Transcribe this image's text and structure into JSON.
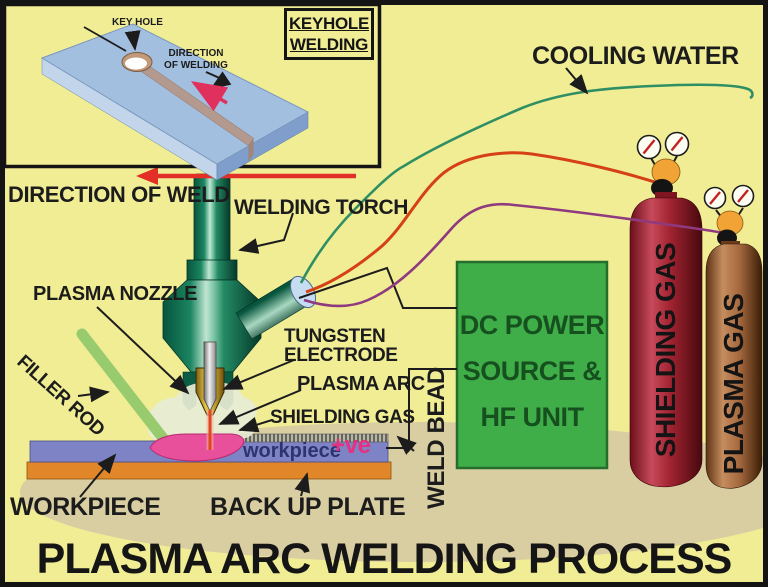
{
  "title": "PLASMA ARC WELDING PROCESS",
  "inset": {
    "heading_line1": "KEYHOLE",
    "heading_line2": "WELDING",
    "key_hole_label": "KEY HOLE",
    "direction_line1": "DIRECTION",
    "direction_line2": "OF WELDING"
  },
  "labels": {
    "direction_of_weld": "DIRECTION OF WELD",
    "welding_torch": "WELDING TORCH",
    "plasma_nozzle": "PLASMA NOZZLE",
    "tungsten_line1": "TUNGSTEN",
    "tungsten_line2": "ELECTRODE",
    "plasma_arc": "PLASMA ARC",
    "shielding_gas": "SHIELDING GAS",
    "filler_rod": "FILLER ROD",
    "cooling_water": "COOLING WATER",
    "weld_bead": "WELD BEAD",
    "workpiece": "WORKPIECE",
    "back_up_plate": "BACK UP PLATE",
    "workpiece_small": "workpiece",
    "positive": "+ve"
  },
  "power_source": {
    "line1": "DC POWER",
    "line2": "SOURCE &",
    "line3": "HF UNIT"
  },
  "cylinders": {
    "shielding": "SHIELDING GAS",
    "plasma": "PLASMA GAS"
  },
  "colors": {
    "background": "#f0ed95",
    "frame": "#141414",
    "ground_tan": "#d9cda2",
    "torch_green": "#0a5c42",
    "power_box_green": "#3fae49",
    "power_box_text": "#17501f",
    "workpiece_blue": "#7d83c4",
    "backup_plate_orange": "#e2862a",
    "weld_pool_pink": "#e8509c",
    "plasma_arc_orange": "#e0471c",
    "filler_rod_green": "#97cb6d",
    "shielding_cylinder_red": "#a32432",
    "plasma_cylinder_brown": "#a5683e",
    "valve_orange": "#f2a335",
    "hose_red": "#d64015",
    "hose_purple": "#8f3a7e",
    "hose_teal": "#2f8f63",
    "arrow_red": "#e23028",
    "positive_pink": "#e5317f",
    "keyhole_plate_blue": "#a3bfe0"
  }
}
